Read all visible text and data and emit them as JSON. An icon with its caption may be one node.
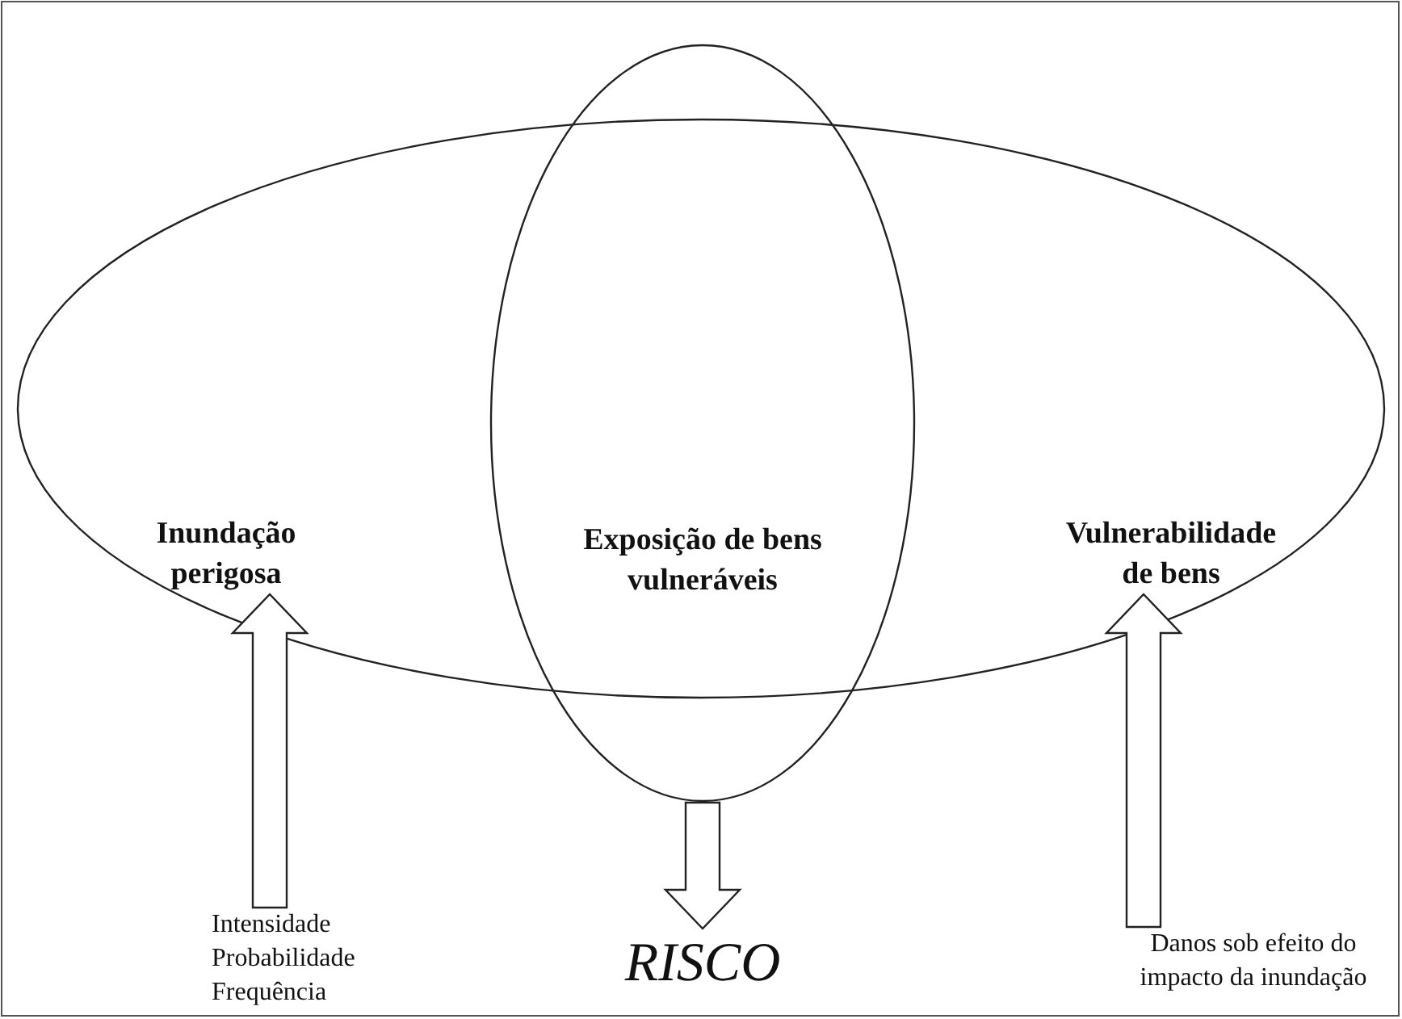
{
  "diagram": {
    "nodes": [
      {
        "text": [],
        "shape": "ellipse"
      },
      {
        "text": [
          "Exposição de bens vulneráveis"
        ]
      },
      {
        "text": [
          "Inundação perigosa"
        ],
        "in": 0
      },
      {
        "text": [
          "Vulnerabilidade de bens"
        ],
        "in": 0
      },
      {
        "text": [
          "Intensidade Probabilidade Frequência"
        ]
      },
      {
        "text": [
          "Danos sob efeito do impacto da inundação"
        ]
      },
      {
        "text": [
          "RISCO"
        ]
      }
    ],
    "edges": [
      {
        "from": 4,
        "to": 2,
        "arrow": "to"
      },
      {
        "from": 1,
        "to": 6,
        "arrow": "to"
      },
      {
        "from": 5,
        "to": 3,
        "arrow": "to"
      }
    ]
  }
}
